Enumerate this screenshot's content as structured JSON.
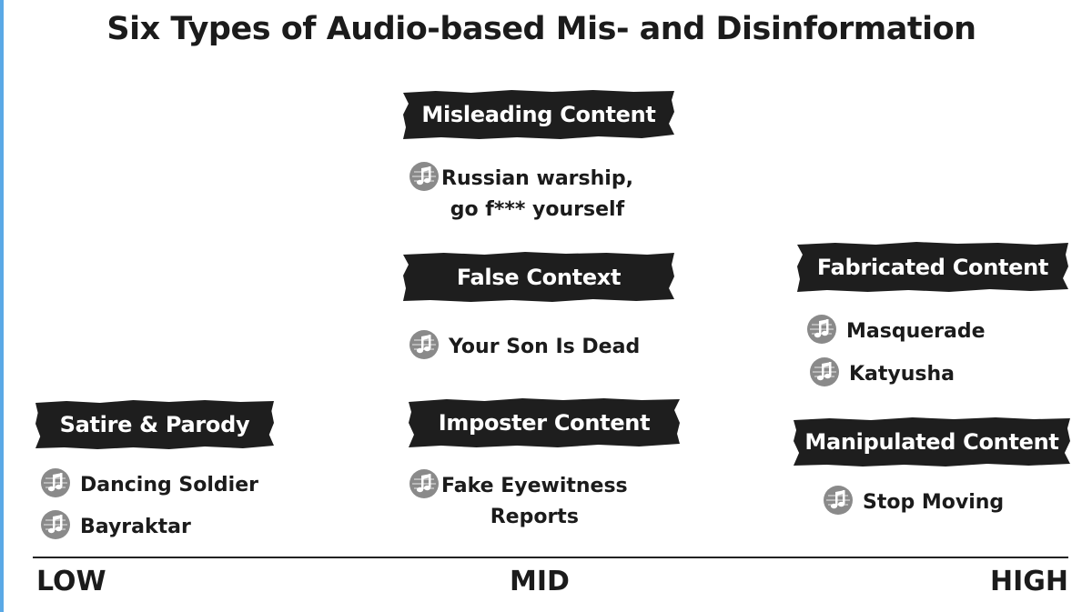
{
  "title": "Six Types of Audio-based Mis- and Disinformation",
  "categories": [
    {
      "label": "Misleading Content",
      "items": [
        "Russian warship,\ngo f*** yourself"
      ]
    },
    {
      "label": "False Context",
      "items": [
        "Your Son Is Dead"
      ]
    },
    {
      "label": "Imposter Content",
      "items": [
        "Fake Eyewitness\nReports"
      ]
    },
    {
      "label": "Satire & Parody",
      "items": [
        "Dancing Soldier",
        "Bayraktar"
      ]
    },
    {
      "label": "Fabricated Content",
      "items": [
        "Masquerade",
        "Katyusha"
      ]
    },
    {
      "label": "Manipulated Content",
      "items": [
        "Stop Moving"
      ]
    }
  ],
  "axis": {
    "low": "LOW",
    "mid": "MID",
    "high": "HIGH"
  },
  "icon": "music-note-icon",
  "colors": {
    "label_background": "#1e1e1e",
    "icon_circle": "#8a8a8a",
    "left_stripe": "#5aa9e6"
  }
}
